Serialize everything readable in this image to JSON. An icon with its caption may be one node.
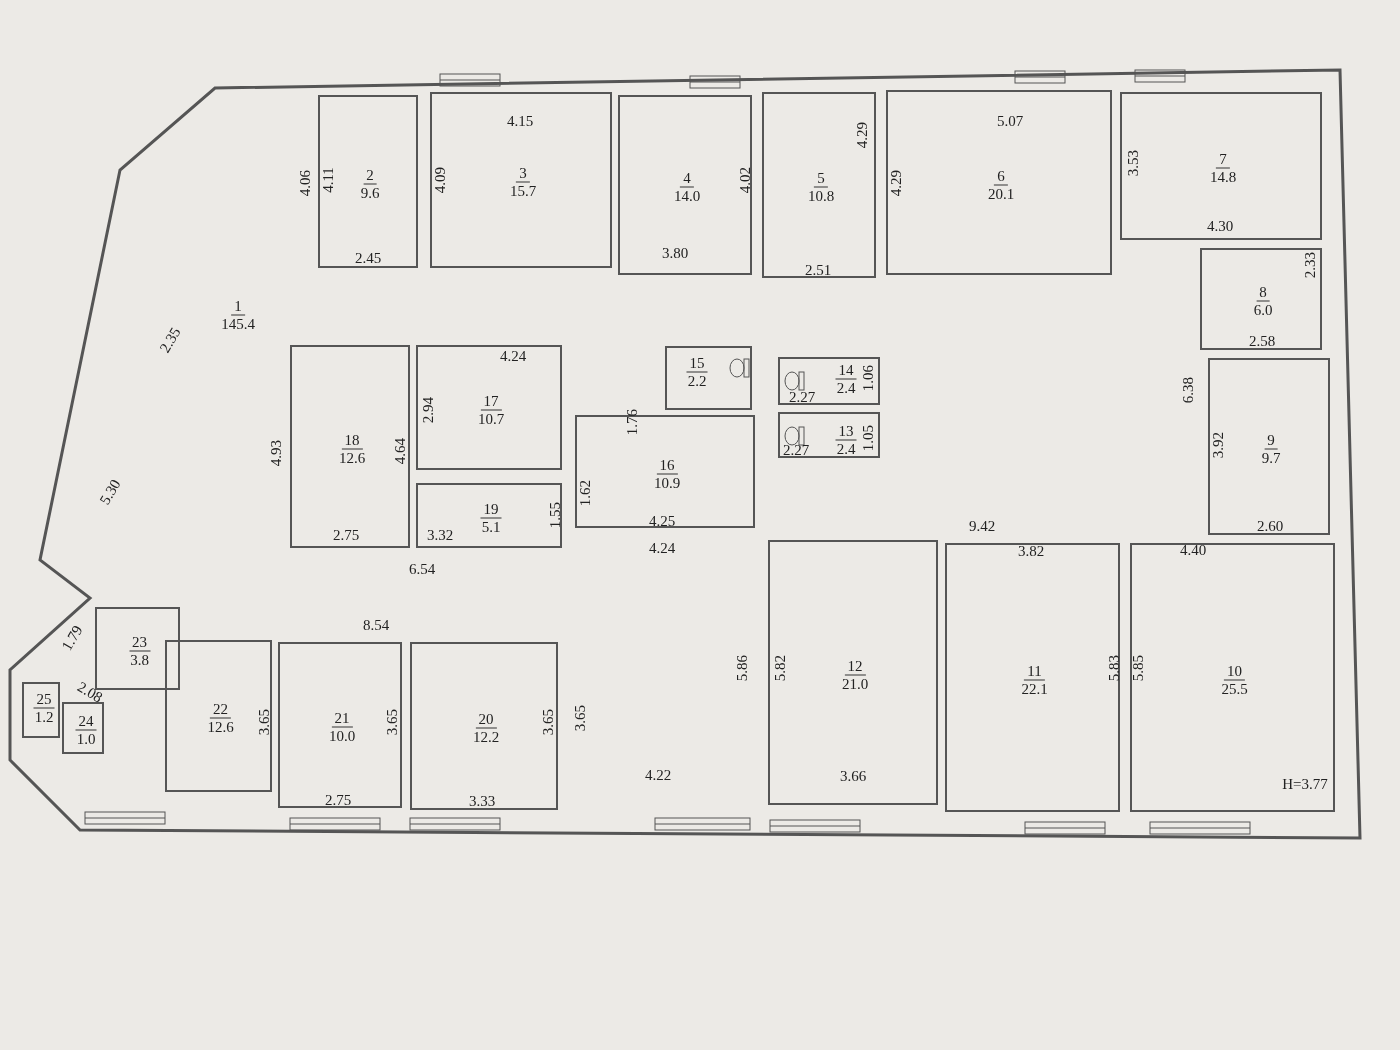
{
  "diagram": {
    "nodes": [
      {
        "text": [
          "1",
          "145.4"
        ]
      },
      {
        "text": [
          "2",
          "9.6"
        ]
      },
      {
        "text": [
          "3",
          "15.7"
        ]
      },
      {
        "text": [
          "4",
          "14.0"
        ]
      },
      {
        "text": [
          "5",
          "10.8"
        ]
      },
      {
        "text": [
          "6",
          "20.1"
        ]
      },
      {
        "text": [
          "7",
          "14.8"
        ]
      },
      {
        "text": [
          "8",
          "6.0"
        ]
      },
      {
        "text": [
          "9",
          "9.7"
        ]
      },
      {
        "text": [
          "10",
          "25.5"
        ]
      },
      {
        "text": [
          "11",
          "22.1"
        ]
      },
      {
        "text": [
          "12",
          "21.0"
        ]
      },
      {
        "text": [
          "13",
          "2.4"
        ]
      },
      {
        "text": [
          "14",
          "2.4"
        ]
      },
      {
        "text": [
          "15",
          "2.2"
        ]
      },
      {
        "text": [
          "16",
          "10.9"
        ]
      },
      {
        "text": [
          "17",
          "10.7"
        ]
      },
      {
        "text": [
          "18",
          "12.6"
        ]
      },
      {
        "text": [
          "19",
          "5.1"
        ]
      },
      {
        "text": [
          "20",
          "12.2"
        ]
      },
      {
        "text": [
          "21",
          "10.0"
        ]
      },
      {
        "text": [
          "22",
          "12.6"
        ]
      },
      {
        "text": [
          "23",
          "3.8"
        ]
      },
      {
        "text": [
          "24",
          "1.0"
        ]
      },
      {
        "text": [
          "25",
          "1.2"
        ]
      }
    ],
    "labels": [
      "4.15",
      "5.07",
      "4.06",
      "4.11",
      "4.09",
      "4.29",
      "4.02",
      "4.29",
      "3.53",
      "2.45",
      "3.80",
      "2.51",
      "4.30",
      "2.33",
      "2.35",
      "4.24",
      "2.58",
      "1.06",
      "2.27",
      "6.38",
      "2.94",
      "1.76",
      "2.27",
      "1.05",
      "4.93",
      "4.64",
      "3.92",
      "1.62",
      "1.55",
      "5.30",
      "2.75",
      "3.32",
      "4.25",
      "9.42",
      "2.60",
      "4.24",
      "3.82",
      "4.40",
      "6.54",
      "8.54",
      "1.79",
      "2.08",
      "5.86",
      "5.82",
      "5.83",
      "5.85",
      "3.65",
      "3.65",
      "3.65",
      "3.65",
      "4.22",
      "3.66",
      "H=3.77",
      "2.75",
      "3.33"
    ]
  }
}
